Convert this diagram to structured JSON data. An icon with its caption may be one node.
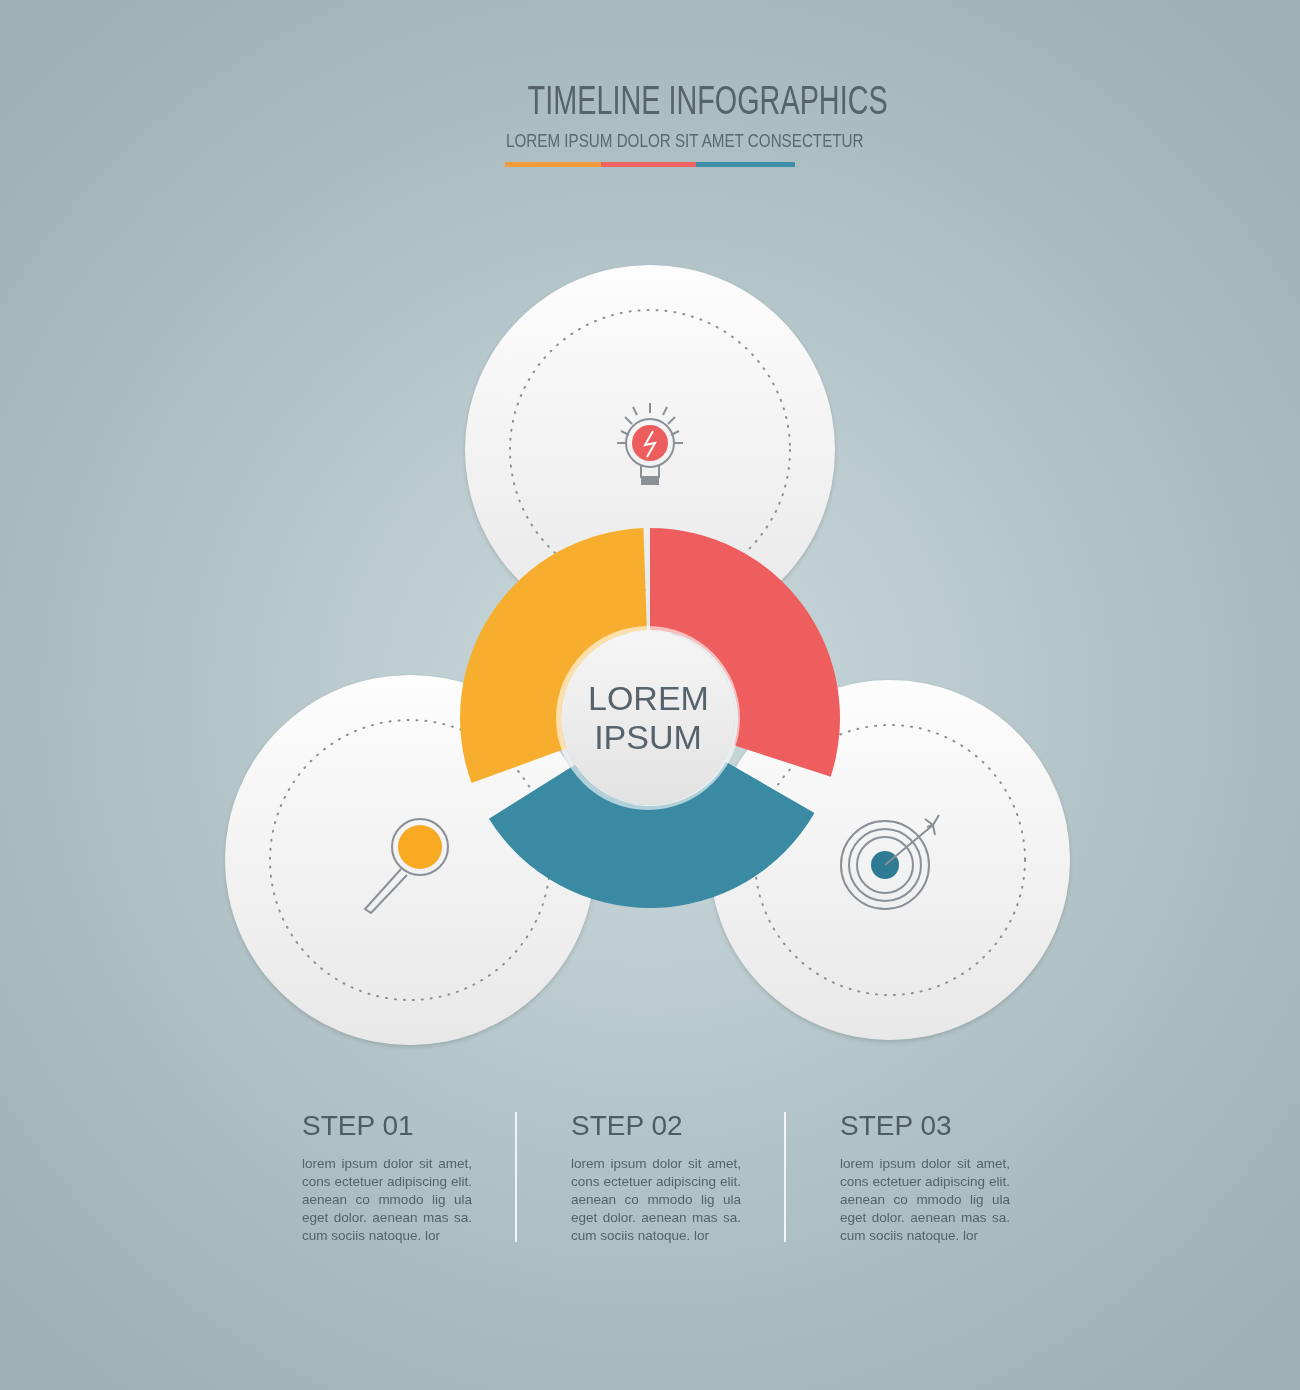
{
  "diagram": {
    "title": "TIMELINE INFOGRAPHICS",
    "nodes": [
      {
        "text": [],
        "shape": "circle"
      },
      {
        "text": [],
        "shape": "circle"
      },
      {
        "text": [],
        "shape": "circle"
      },
      {
        "text": [
          "LOREM IPSUM"
        ]
      },
      {
        "text": [],
        "shape": "segment"
      },
      {
        "text": [],
        "shape": "segment"
      },
      {
        "text": [],
        "shape": "segment"
      }
    ],
    "labels": [
      "LOREM IPSUM DOLOR SIT AMET CONSECTETUR",
      "STEP 01",
      "lorem ipsum dolor sit amet, cons ectetuer adipiscing elit. aenean co mmodo lig ula eget dolor. aenean mas sa. cum sociis natoque. lor",
      "STEP 02",
      "lorem ipsum dolor sit amet, cons ectetuer adipiscing elit. aenean co mmodo lig ula eget dolor. aenean mas sa. cum sociis natoque. lor",
      "STEP 03",
      "lorem ipsum dolor sit amet, cons ectetuer adipiscing elit. aenean co mmodo lig ula eget dolor. aenean mas sa. cum sociis natoque. lor"
    ]
  }
}
